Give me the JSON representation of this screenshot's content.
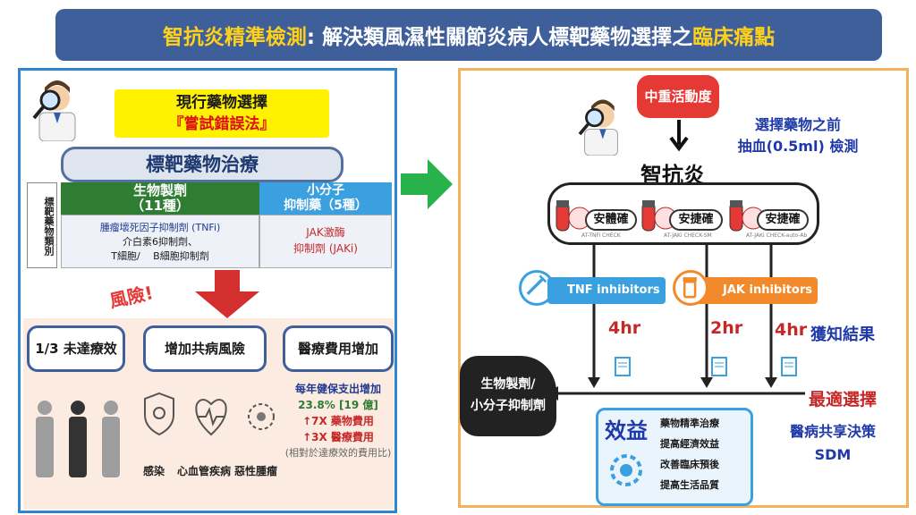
{
  "title": {
    "part1": "智抗炎精準檢測",
    "part2": ": 解決類風濕性關節炎病人標靶藥物選擇之",
    "part3": "臨床痛點"
  },
  "left": {
    "current_title": "現行藥物選擇",
    "current_sub": "『嘗試錯誤法』",
    "target_therapy": "標靶藥物治療",
    "side_label": "標靶藥物類別",
    "biologics": {
      "head1": "生物製劑",
      "head2": "（11種）",
      "line1": "腫瘤壞死因子抑制劑 (TNFi)",
      "line2": "介白素6抑制劑、",
      "line3": "T細胞/　 B細胞抑制劑"
    },
    "small_molecule": {
      "head1": "小分子",
      "head2": "抑制藥（5種）",
      "line1": "JAK激酶",
      "line2": "抑制劑 (JAKi)"
    },
    "risk_word": "風險!",
    "cards": [
      "1/3 未達療效",
      "增加共病風險",
      "醫療費用增加"
    ],
    "icon_labels": [
      "感染",
      "心血管疾病",
      "惡性腫瘤"
    ],
    "cost": {
      "line1": "每年健保支出增加",
      "line2": "23.8% [19 億]",
      "line3": "↑7X 藥物費用",
      "line4": "↑3X 醫療費用",
      "line5": "(相對於達療效的費用比)"
    }
  },
  "right": {
    "moderate": "中重活動度",
    "pre_test_1": "選擇藥物之前",
    "pre_test_2": "抽血(0.5ml) 檢測",
    "zhikang": "智抗炎",
    "tests": [
      {
        "label": "安體確",
        "sub": "AT-TNFi CHECK"
      },
      {
        "label": "安捷確",
        "sub": "AT-JAKi CHECK-SM"
      },
      {
        "label": "安捷確",
        "sub": "AT-JAKi CHECK-auto-Ab"
      }
    ],
    "tnf": "TNF inhibitors",
    "jak": "JAK inhibitors",
    "hours": [
      "4hr",
      "2hr",
      "4hr"
    ],
    "result": "獲知結果",
    "bio_bubble_1": "生物製劑/",
    "bio_bubble_2": "小分子抑制劑",
    "best_choice": "最適選擇",
    "sdm_1": "醫病共享決策",
    "sdm_2": "SDM",
    "benefit_title": "效益",
    "benefits": [
      "藥物精準治療",
      "提高經濟效益",
      "改善臨床預後",
      "提高生活品質"
    ]
  },
  "colors": {
    "title_bg": "#3f5f9a",
    "highlight": "#ffd11a",
    "left_border": "#2e86d3",
    "right_border": "#f2b35c",
    "red": "#e53935",
    "blue_text": "#1f3aa8"
  }
}
